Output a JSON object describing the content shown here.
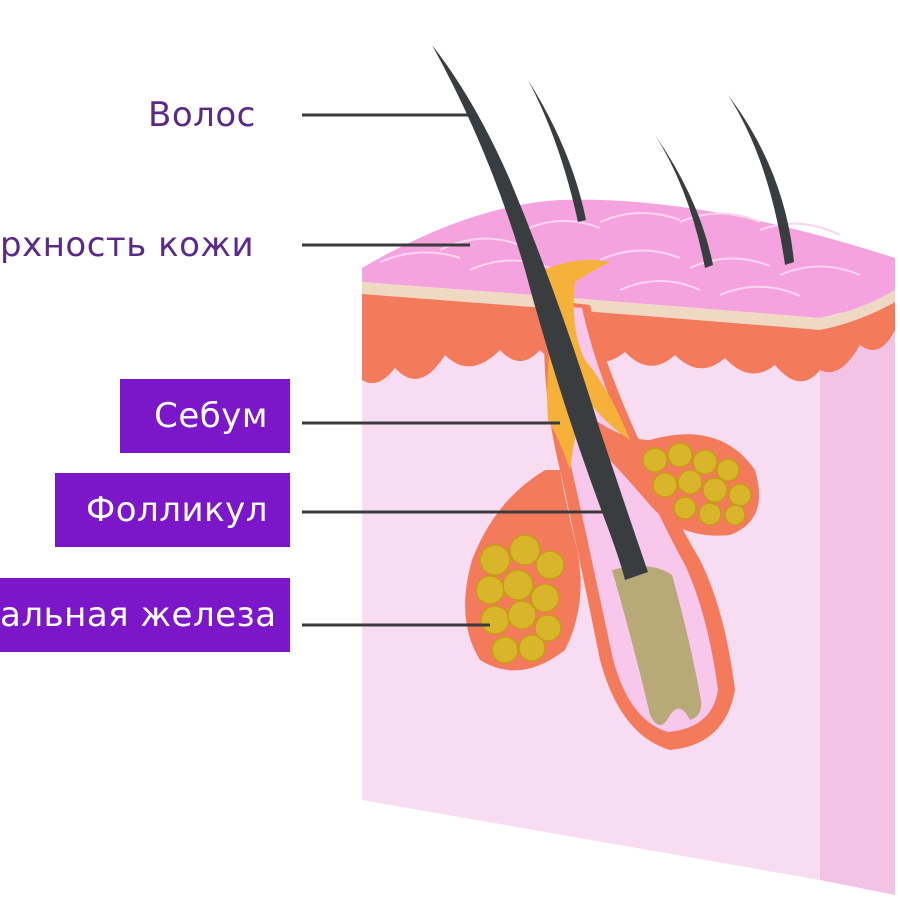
{
  "colors": {
    "label_text": "#5b2a86",
    "label_box": "#7b16c9",
    "leader_line": "#3b3b3b",
    "skin_top": "#f5a3df",
    "skin_side": "#f7d4ef",
    "dermis_edge": "#f47a5c",
    "hair": "#3a3d3f",
    "sebum": "#f6b13a",
    "gland_cells": "#d9b52b",
    "bulb": "#b8a979"
  },
  "labels": {
    "hair": "Волос",
    "skin_surface": "рхность кожи",
    "sebum": "Себум",
    "follicle": "Фолликул",
    "gland": "альная железа"
  }
}
